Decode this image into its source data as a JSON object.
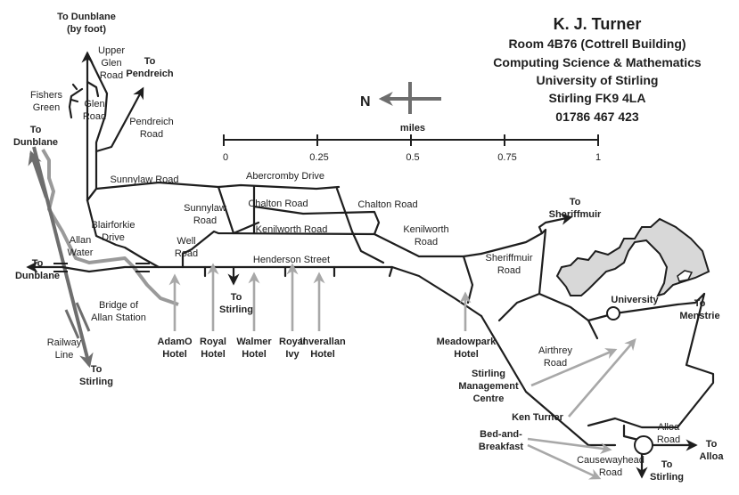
{
  "address": {
    "name": "K. J. Turner",
    "lines": [
      "Room 4B76 (Cottrell Building)",
      "Computing Science & Mathematics",
      "University of Stirling",
      "Stirling FK9 4LA",
      "01786 467 423"
    ]
  },
  "compass": {
    "label": "N",
    "icon": "north-arrow-icon"
  },
  "scale": {
    "unit": "miles",
    "ticks": [
      "0",
      "0.25",
      "0.5",
      "0.75",
      "1"
    ]
  },
  "destinations": {
    "dunblane_foot": [
      "To Dunblane",
      "(by foot)"
    ],
    "pendreich": [
      "To",
      "Pendreich"
    ],
    "dunblane_rail": [
      "To",
      "Dunblane"
    ],
    "dunblane_road": [
      "To",
      "Dunblane"
    ],
    "stirling_rail": [
      "To",
      "Stirling"
    ],
    "stirling_henderson": [
      "To",
      "Stirling"
    ],
    "sheriffmuir": [
      "To",
      "Sheriffmuir"
    ],
    "menstrie": [
      "To",
      "Menstrie"
    ],
    "alloa": [
      "To",
      "Alloa"
    ],
    "stirling_roundabout": [
      "To",
      "Stirling"
    ]
  },
  "roads": {
    "upper_glen": [
      "Upper",
      "Glen",
      "Road"
    ],
    "glen": [
      "Glen",
      "Road"
    ],
    "fishers_green": [
      "Fishers",
      "Green"
    ],
    "pendreich_road": [
      "Pendreich",
      "Road"
    ],
    "sunnylaw_road": "Sunnylaw Road",
    "sunnylaw_road2": [
      "Sunnylaw",
      "Road"
    ],
    "abercromby": "Abercromby Drive",
    "chalton1": "Chalton Road",
    "chalton2": "Chalton Road",
    "kenilworth1": "Kenilworth Road",
    "kenilworth2": [
      "Kenilworth",
      "Road"
    ],
    "blairforkie": [
      "Blairforkie",
      "Drive"
    ],
    "allan_water": [
      "Allan",
      "Water"
    ],
    "well_road": [
      "Well",
      "Road"
    ],
    "henderson": "Henderson Street",
    "sheriffmuir_road": [
      "Sheriffmuir",
      "Road"
    ],
    "airthrey": [
      "Airthrey",
      "Road"
    ],
    "alloa_road": [
      "Alloa",
      "Road"
    ],
    "causewayhead": [
      "Causewayhead",
      "Road"
    ]
  },
  "places": {
    "station": [
      "Bridge of",
      "Allan Station"
    ],
    "railway": [
      "Railway",
      "Line"
    ],
    "university": "University"
  },
  "hotels": [
    [
      "AdamO",
      "Hotel"
    ],
    [
      "Royal",
      "Hotel"
    ],
    [
      "Walmer",
      "Hotel"
    ],
    [
      "Royal",
      "Ivy"
    ],
    [
      "Inverallan",
      "Hotel"
    ],
    [
      "Meadowpark",
      "Hotel"
    ]
  ],
  "pointers": {
    "management": [
      "Stirling",
      "Management",
      "Centre"
    ],
    "ken": "Ken Turner",
    "bnb": [
      "Bed-and-",
      "Breakfast"
    ]
  }
}
